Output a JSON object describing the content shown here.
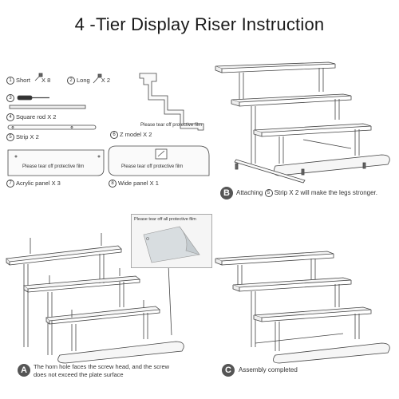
{
  "title": "4 -Tier Display Riser Instruction",
  "parts": {
    "short": {
      "num": "1",
      "label": "Short",
      "qty": "X 8"
    },
    "long": {
      "num": "2",
      "label": "Long",
      "qty": "X  2"
    },
    "tool": {
      "num": "3"
    },
    "square_rod": {
      "num": "4",
      "label": "Square rod X 2"
    },
    "strip": {
      "num": "5",
      "label": "Strip X 2"
    },
    "z_model": {
      "num": "6",
      "label": "Z model X 2"
    },
    "acrylic": {
      "num": "7",
      "label": "Acrylic panel X 3"
    },
    "wide": {
      "num": "8",
      "label": "Wide panel X 1"
    }
  },
  "film_note": "Please tear off protective film",
  "film_note_all": "Please tear off all protective film",
  "steps": {
    "a": {
      "badge": "A",
      "line1": "The horn hole faces the screw head, and the screw",
      "line2": "does not exceed the plate surface"
    },
    "b": {
      "badge": "B",
      "pre": "Attaching",
      "num": "5",
      "post": "Strip X 2 will make the legs stronger."
    },
    "c": {
      "badge": "C",
      "text": "Assembly completed"
    }
  },
  "colors": {
    "badge": "#555555",
    "line": "#444444"
  }
}
